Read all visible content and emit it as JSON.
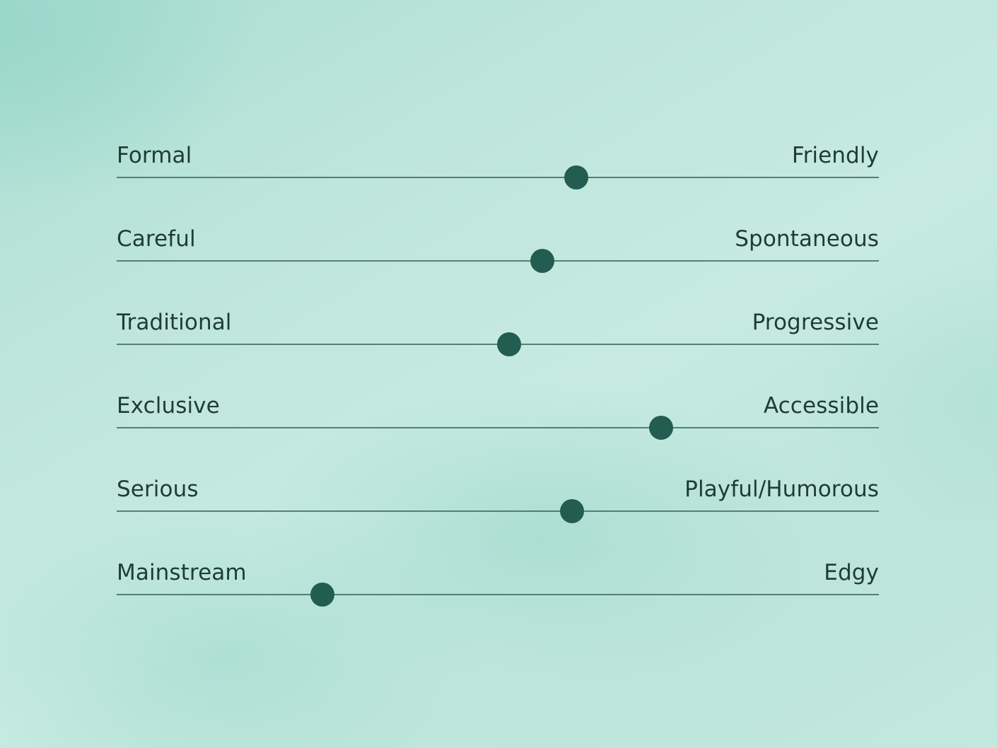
{
  "colors": {
    "text": "#1e3c35",
    "track": "#3f6f63",
    "thumb": "#235c50"
  },
  "sliders": [
    {
      "left": "Formal",
      "right": "Friendly",
      "value": 0.603
    },
    {
      "left": "Careful",
      "right": "Spontaneous",
      "value": 0.558
    },
    {
      "left": "Traditional",
      "right": "Progressive",
      "value": 0.515
    },
    {
      "left": "Exclusive",
      "right": "Accessible",
      "value": 0.714
    },
    {
      "left": "Serious",
      "right": "Playful/Humorous",
      "value": 0.597
    },
    {
      "left": "Mainstream",
      "right": "Edgy",
      "value": 0.27
    }
  ]
}
